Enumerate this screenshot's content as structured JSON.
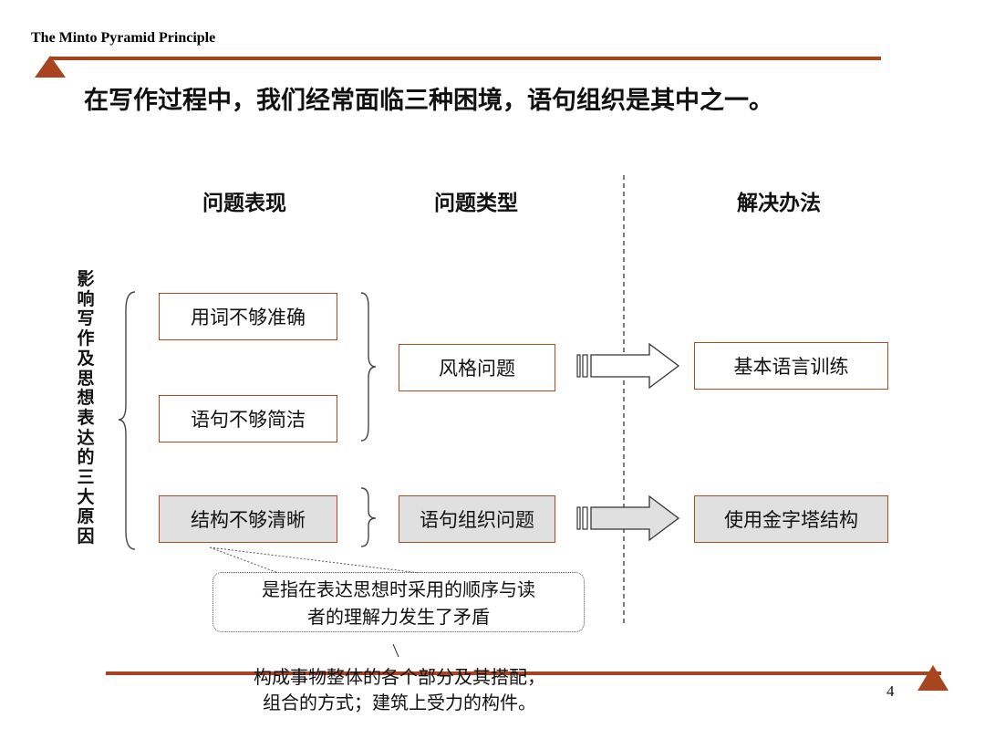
{
  "header": {
    "title": "The Minto Pyramid Principle"
  },
  "slide_title": "在写作过程中，我们经常面临三种困境，语句组织是其中之一。",
  "columns": {
    "symptom": "问题表现",
    "type": "问题类型",
    "solution": "解决办法"
  },
  "side_label": [
    "影",
    "响",
    "写",
    "作",
    "及",
    "思",
    "想",
    "表",
    "达",
    "的",
    "三",
    "大",
    "原",
    "因"
  ],
  "symptoms": {
    "s1": "用词不够准确",
    "s2": "语句不够简洁",
    "s3": "结构不够清晰"
  },
  "types": {
    "t1": "风格问题",
    "t2": "语句组织问题"
  },
  "solutions": {
    "r1": "基本语言训练",
    "r2": "使用金字塔结构"
  },
  "callout": {
    "line1": "是指在表达思想时采用的顺序与读",
    "line2": "者的理解力发生了矛盾"
  },
  "note": {
    "line1": "构成事物整体的各个部分及其搭配，",
    "line2": "组合的方式；建筑上受力的构件。"
  },
  "page_number": "4",
  "colors": {
    "accent": "#a8441f",
    "box_border": "#b34a22",
    "highlight_fill": "#e0e0e0"
  }
}
